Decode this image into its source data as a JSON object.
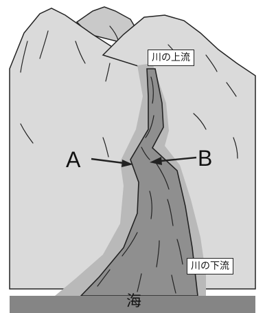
{
  "labels": {
    "upstream": "川の上流",
    "downstream": "川の下流",
    "point_a": "A",
    "point_b": "B",
    "sea": "海"
  },
  "colors": {
    "background": "#ffffff",
    "mountain_fill": "#dadada",
    "mountain_far_fill": "#c9c9c9",
    "riverbank_fill": "#b9b9b9",
    "river_fill": "#8f8f8f",
    "sea_band": "#858585",
    "outline": "#222222"
  }
}
